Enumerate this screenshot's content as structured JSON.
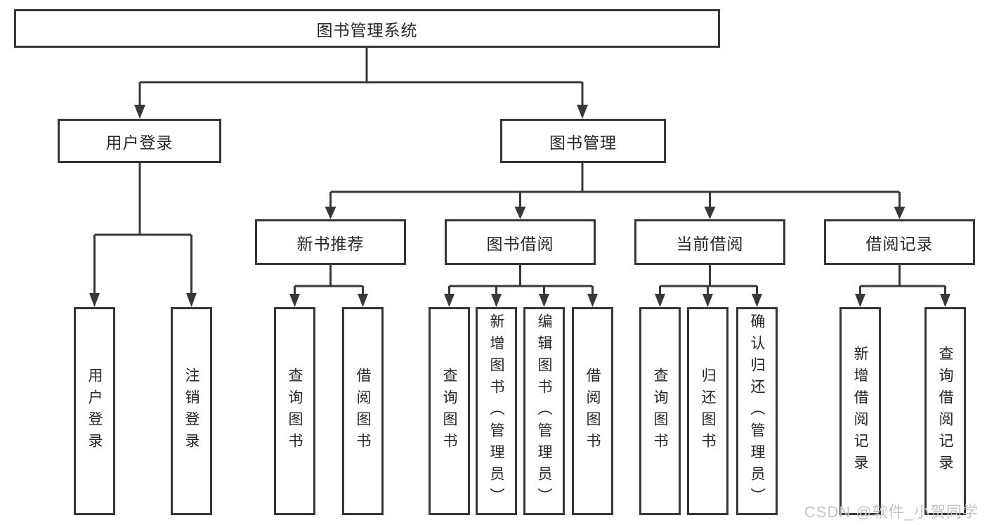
{
  "diagram": {
    "root": "图书管理系统",
    "branches": [
      {
        "label": "用户登录",
        "children": [
          "用户登录",
          "注销登录"
        ]
      },
      {
        "label": "图书管理",
        "groups": [
          {
            "label": "新书推荐",
            "children": [
              "查询图书",
              "借阅图书"
            ]
          },
          {
            "label": "图书借阅",
            "children": [
              "查询图书",
              "新增图书（管理员）",
              "编辑图书（管理员）",
              "借阅图书"
            ]
          },
          {
            "label": "当前借阅",
            "children": [
              "查询图书",
              "归还图书",
              "确认归还（管理员）"
            ]
          },
          {
            "label": "借阅记录",
            "children": [
              "新增借阅记录",
              "查询借阅记录"
            ]
          }
        ]
      }
    ]
  },
  "watermark": "CSDN @软件_小贺同学",
  "colors": {
    "line": "#383838",
    "box_border": "#363636",
    "text": "#262626",
    "watermark": "#c6c3c3",
    "background": "#ffffff"
  }
}
